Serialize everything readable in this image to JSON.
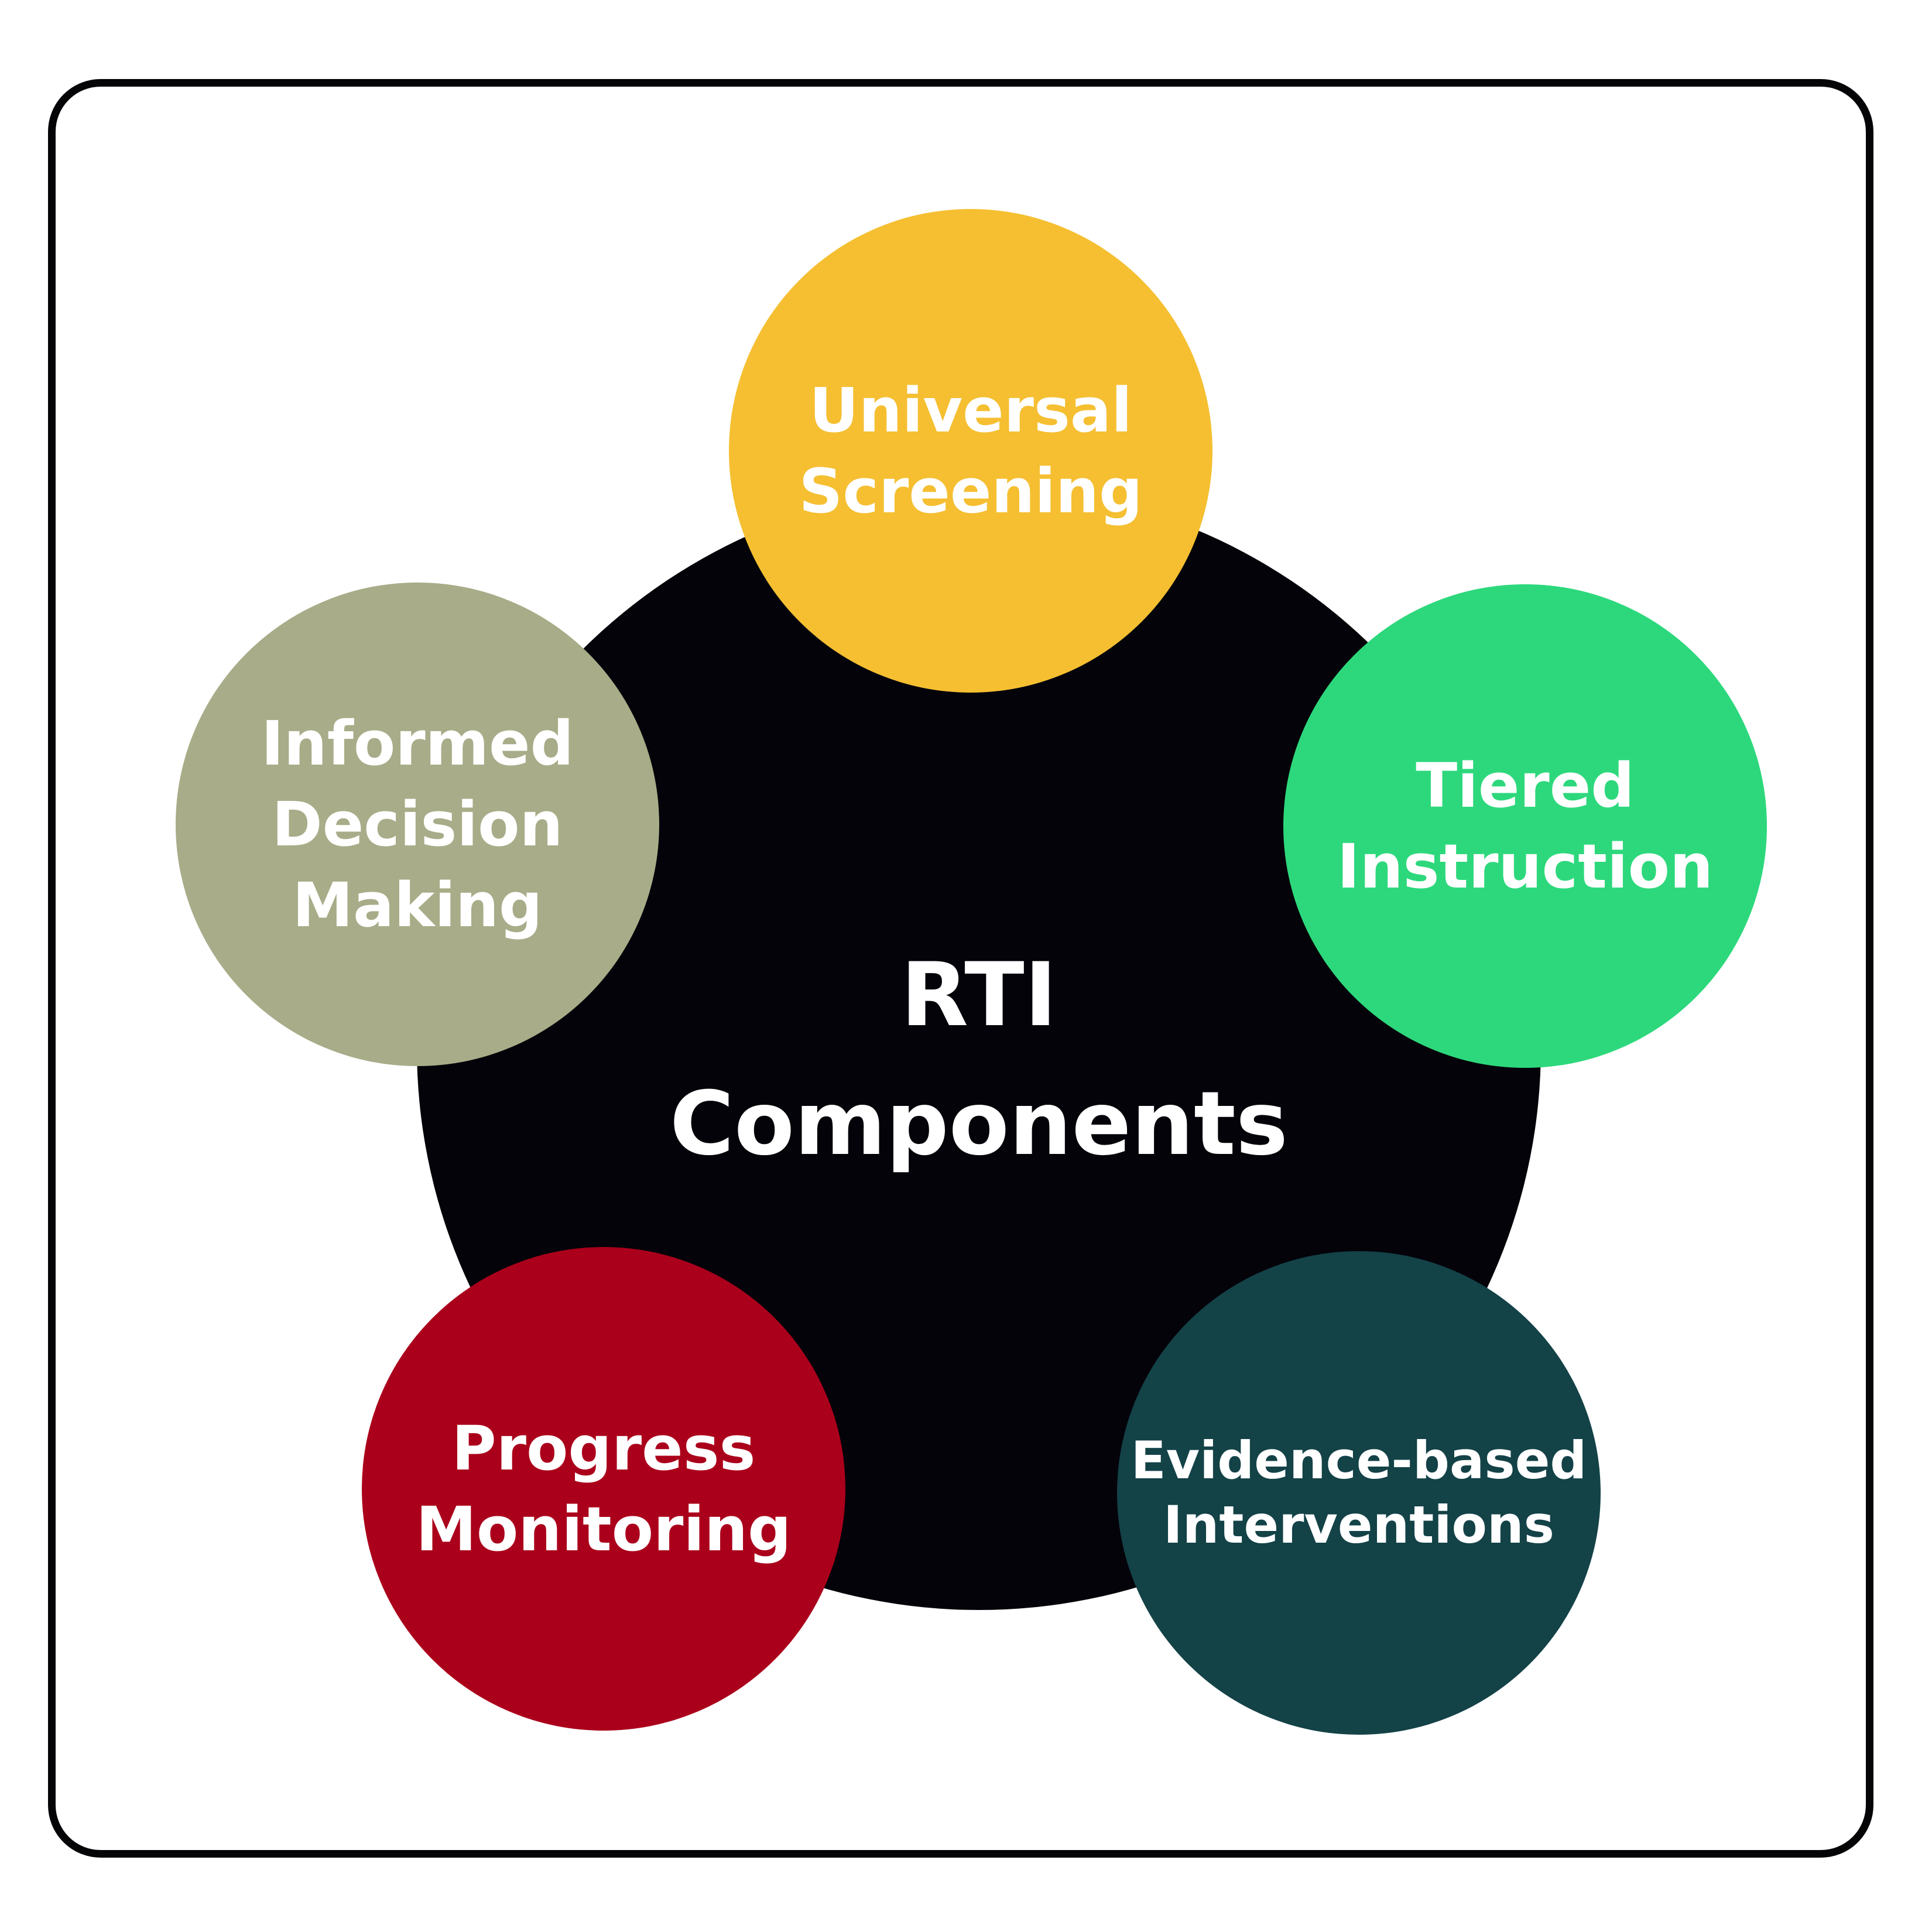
{
  "center": {
    "line1": "RTI",
    "line2": "Components",
    "color": "#030309"
  },
  "components": [
    {
      "lines": [
        "Universal",
        "Screening"
      ],
      "color": "#f5bf31"
    },
    {
      "lines": [
        "Tiered",
        "Instruction"
      ],
      "color": "#2dd87c"
    },
    {
      "lines": [
        "Evidence-based",
        "Interventions"
      ],
      "color": "#134247"
    },
    {
      "lines": [
        "Progress",
        "Monitoring"
      ],
      "color": "#ab001b"
    },
    {
      "lines": [
        "Informed",
        "Decision",
        "Making"
      ],
      "color": "#a8ac88"
    }
  ]
}
